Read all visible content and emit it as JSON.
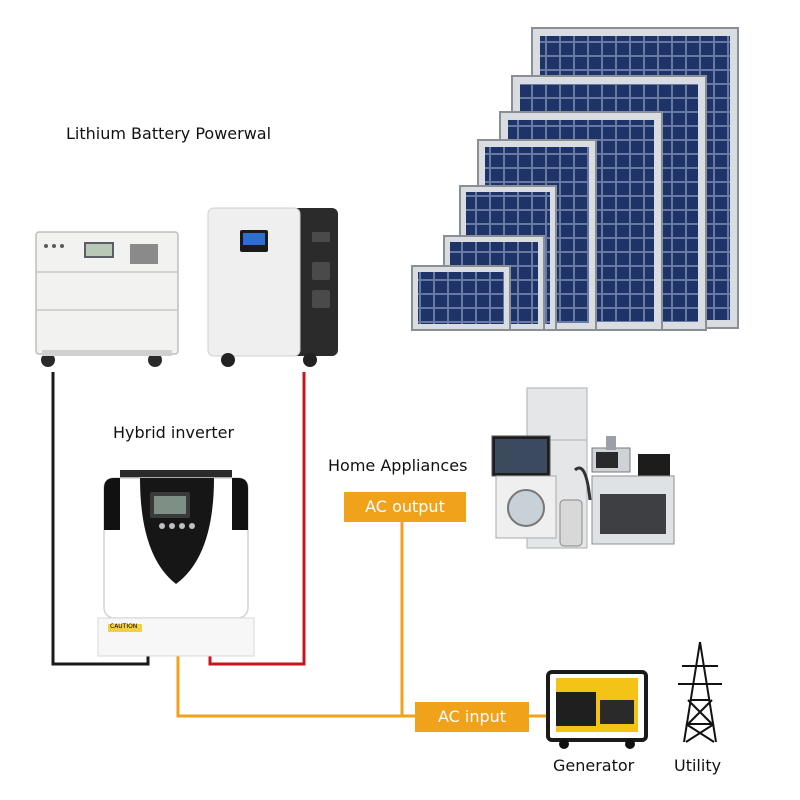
{
  "labels": {
    "battery_title": "Lithium Battery Powerwal",
    "inverter_title": "Hybrid inverter",
    "appliances_title": "Home Appliances",
    "generator": "Generator",
    "utility": "Utility"
  },
  "tags": {
    "ac_output": "AC output",
    "ac_input": "AC input"
  },
  "sticker": {
    "caution": "CAUTION"
  },
  "colors": {
    "accent": "#f0a21b",
    "wire_red": "#c8141e",
    "wire_black": "#1a1a1a",
    "panel_blue": "#1e3468"
  }
}
